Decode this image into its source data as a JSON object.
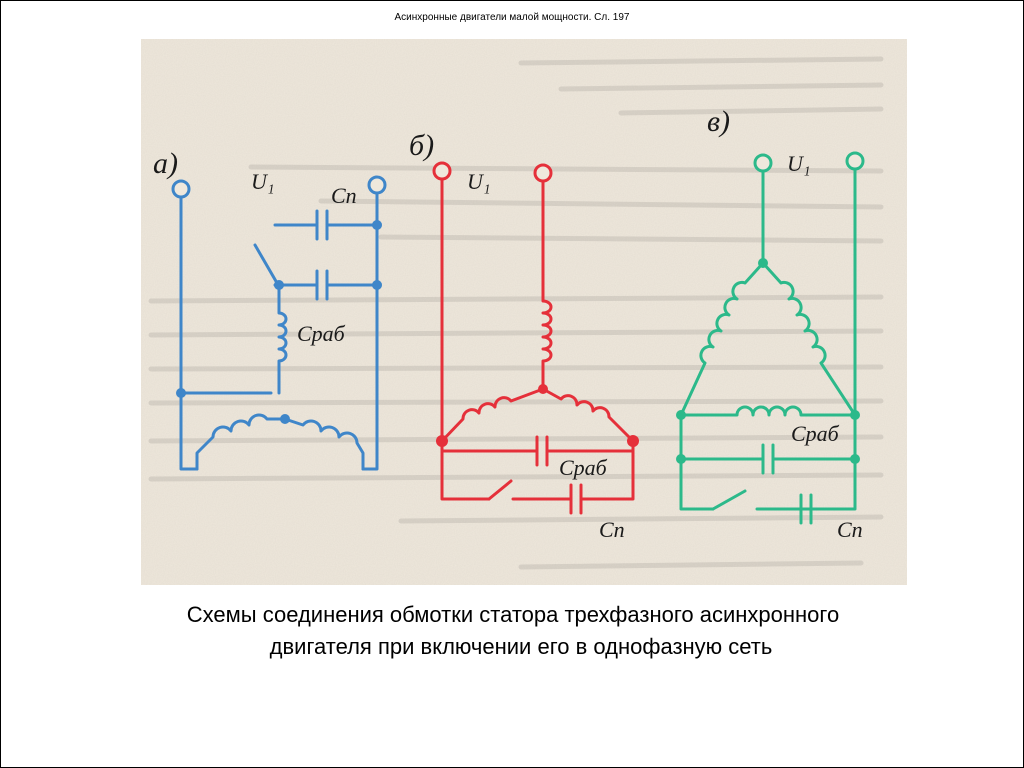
{
  "header": {
    "title": "Асинхронные двигатели малой мощности. Сл. 197"
  },
  "caption": {
    "line1": "Схемы соединения обмотки статора трехфазного асинхронного",
    "line2": "двигателя при включении его в однофазную сеть"
  },
  "diagrams": {
    "a": {
      "label": "а)",
      "terminal": "U₁",
      "cap_start": "Cп",
      "cap_run": "Cраб",
      "color": "#3f86c9"
    },
    "b": {
      "label": "б)",
      "terminal": "U₁",
      "cap_run": "Cраб",
      "cap_start": "Cп",
      "color": "#e5303a"
    },
    "v": {
      "label": "в)",
      "terminal": "U₁",
      "cap_run": "Cраб",
      "cap_start": "Cп",
      "color": "#2cb98a"
    }
  },
  "colors": {
    "paper": "#efe8dc",
    "ink": "#1a1a1a",
    "blue": "#3f86c9",
    "red": "#e5303a",
    "green": "#2cb98a"
  }
}
